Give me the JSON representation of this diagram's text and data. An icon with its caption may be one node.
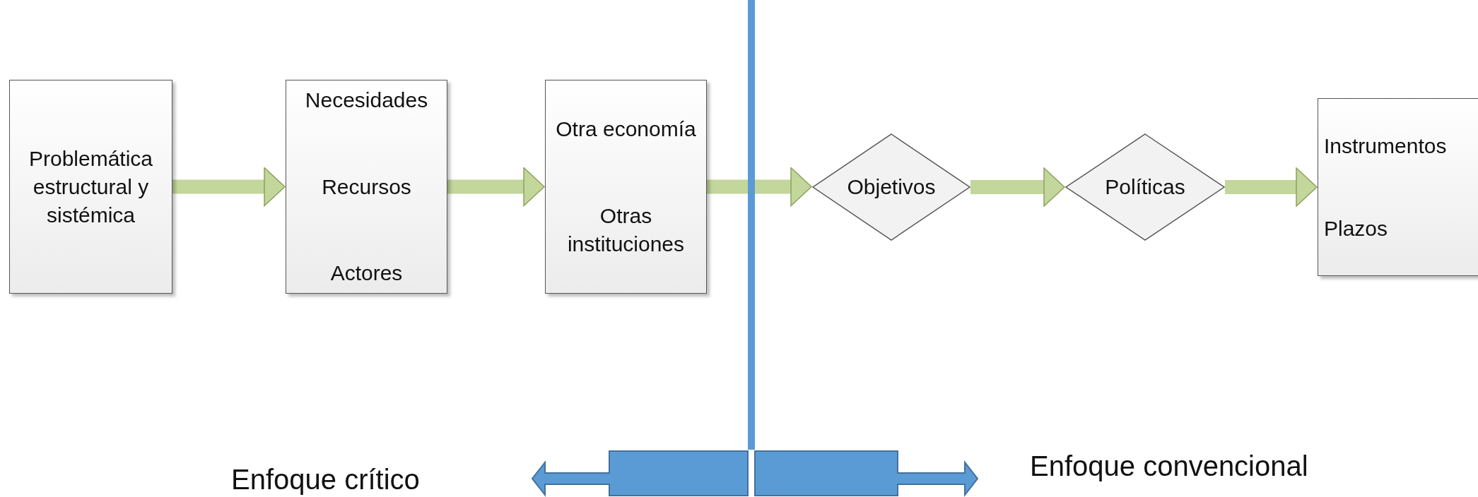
{
  "diagram": {
    "nodes": [
      {
        "text": [
          "Problemática estructural y sistémica"
        ]
      },
      {
        "text": [
          "Necesidades",
          "Recursos",
          "Actores"
        ]
      },
      {
        "text": [
          "Otra economía",
          "Otras instituciones"
        ]
      },
      {
        "text": [
          "Objetivos"
        ]
      },
      {
        "text": [
          "Políticas"
        ]
      },
      {
        "text": [
          "Instrumentos",
          "Plazos"
        ]
      }
    ],
    "edges": [
      {
        "from": 0,
        "to": 1,
        "arrow": "to"
      },
      {
        "from": 1,
        "to": 2,
        "arrow": "to"
      },
      {
        "from": 2,
        "to": 3,
        "arrow": "to"
      },
      {
        "from": 3,
        "to": 4,
        "arrow": "to"
      },
      {
        "from": 4,
        "to": 5,
        "arrow": "to"
      }
    ],
    "labels": [
      "Enfoque crítico",
      "Enfoque convencional"
    ]
  }
}
